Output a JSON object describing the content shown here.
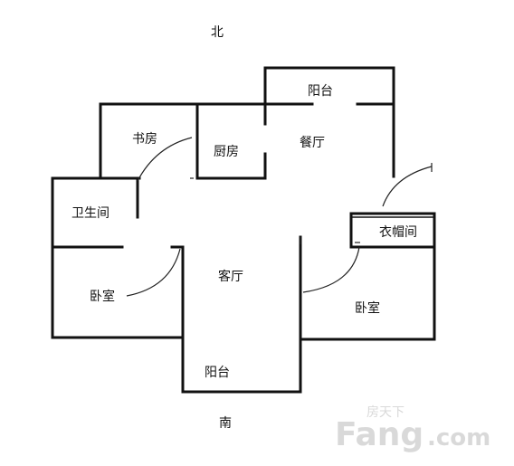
{
  "compass": {
    "north": "北",
    "south": "南"
  },
  "rooms": {
    "balcony_north": "阳台",
    "study": "书房",
    "kitchen": "厨房",
    "dining": "餐厅",
    "bathroom": "卫生间",
    "cloakroom": "衣帽间",
    "living": "客厅",
    "bedroom_left": "卧室",
    "bedroom_right": "卧室",
    "balcony_south": "阳台"
  },
  "watermark": {
    "brand_cn": "房天下",
    "brand_en_1": "Fang",
    "brand_en_2": ".com"
  },
  "colors": {
    "wall": "#111111",
    "door": "#222222",
    "watermark": "#d9d9d9",
    "background": "#ffffff"
  }
}
